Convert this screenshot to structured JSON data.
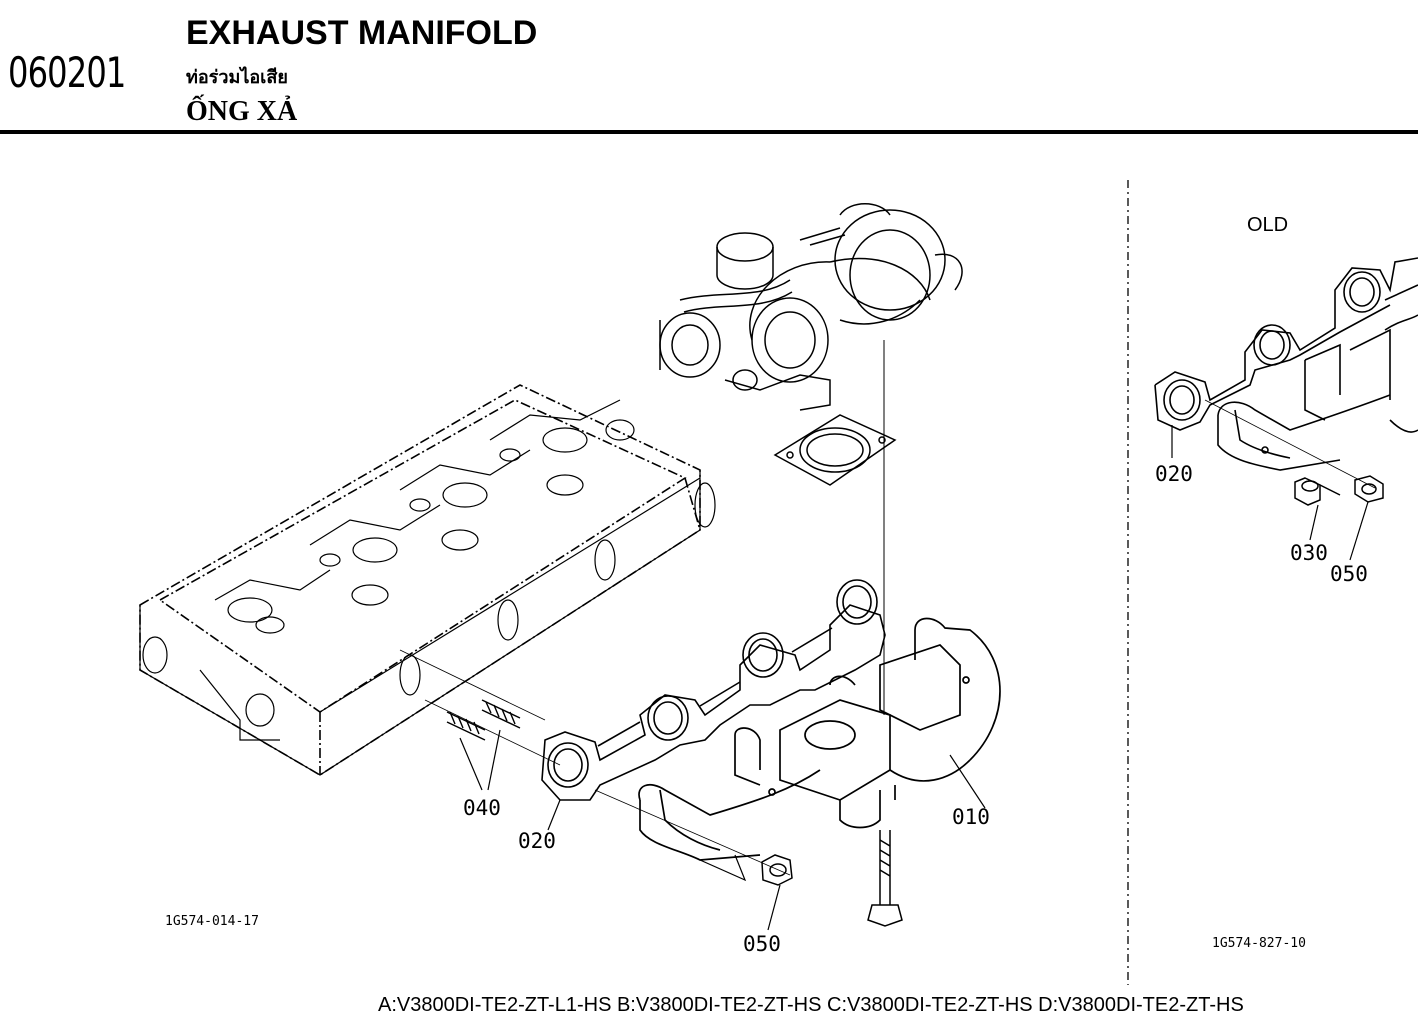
{
  "header": {
    "code": "060201",
    "title_en": "EXHAUST MANIFOLD",
    "title_th": "ท่อร่วมไอเสีย",
    "title_vn": "ỐNG XẢ"
  },
  "main_view": {
    "callouts": [
      "040",
      "020",
      "010",
      "050"
    ],
    "figure_ref": "1G574-014-17"
  },
  "old_view": {
    "label": "OLD",
    "callouts": [
      "020",
      "030",
      "050"
    ],
    "figure_ref": "1G574-827-10"
  },
  "footer": {
    "models": "A:V3800DI-TE2-ZT-L1-HS B:V3800DI-TE2-ZT-HS C:V3800DI-TE2-ZT-HS D:V3800DI-TE2-ZT-HS"
  }
}
